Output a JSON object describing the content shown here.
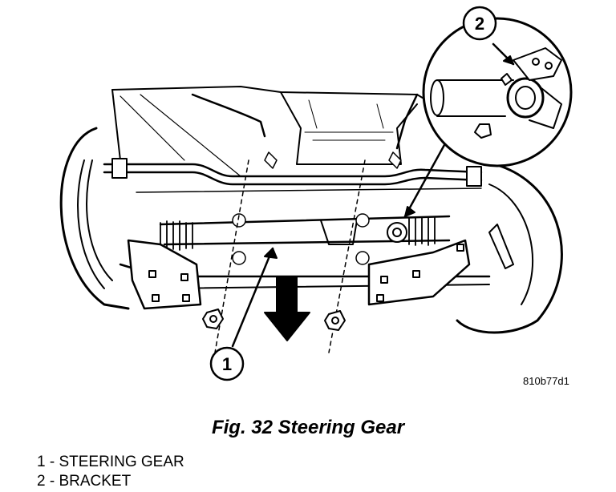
{
  "figure": {
    "image_id": "810b77d1",
    "caption": "Fig. 32 Steering Gear"
  },
  "callouts": [
    {
      "number": "1",
      "label": "STEERING GEAR"
    },
    {
      "number": "2",
      "label": "BRACKET"
    }
  ],
  "legend": [
    {
      "number": "1",
      "separator": " - ",
      "label": "STEERING GEAR"
    },
    {
      "number": "2",
      "separator": " - ",
      "label": "BRACKET"
    }
  ]
}
